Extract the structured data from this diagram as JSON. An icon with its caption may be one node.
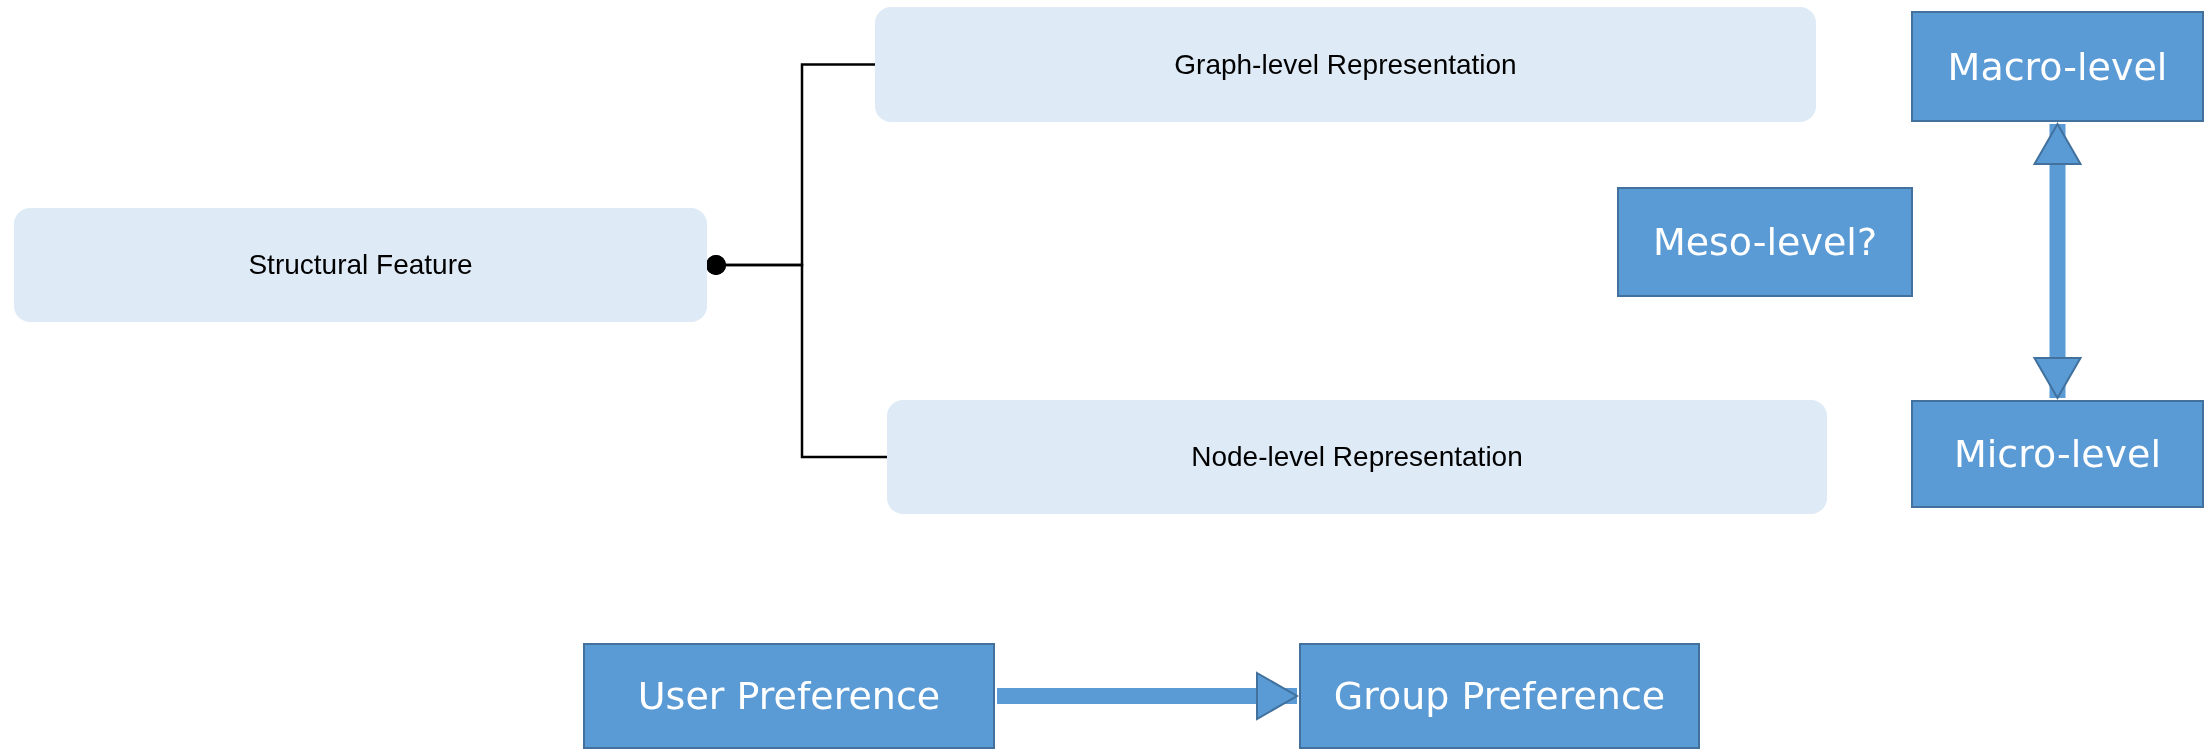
{
  "diagram": {
    "nodes": [
      {
        "text": [
          "Structural Feature"
        ]
      },
      {
        "text": [
          "Graph-level Representation"
        ]
      },
      {
        "text": [
          "Node-level Representation"
        ]
      },
      {
        "text": [
          "Macro-level"
        ]
      },
      {
        "text": [
          "Meso-level?"
        ]
      },
      {
        "text": [
          "Micro-level"
        ]
      },
      {
        "text": [
          "User Preference"
        ]
      },
      {
        "text": [
          "Group Preference"
        ]
      }
    ],
    "edges": [
      {
        "from": 0,
        "to": 1,
        "arrow": "other"
      },
      {
        "from": 0,
        "to": 2,
        "arrow": "other"
      },
      {
        "from": 3,
        "to": 5,
        "arrow": "both",
        "style": "thick",
        "color": "#5b9bd5"
      },
      {
        "from": 6,
        "to": 7,
        "arrow": "to",
        "style": "thick",
        "color": "#5b9bd5"
      }
    ]
  }
}
